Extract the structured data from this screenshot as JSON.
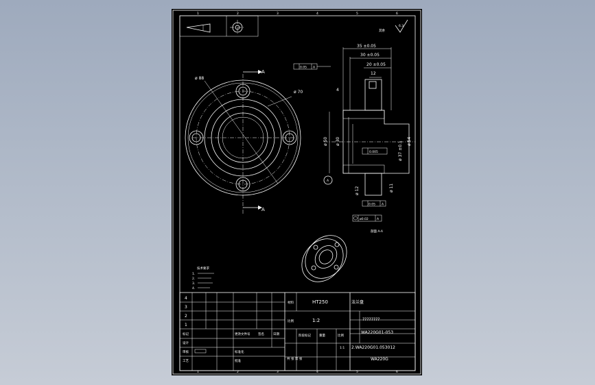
{
  "sheet": {
    "zone_numbers_top": [
      "1",
      "2",
      "3",
      "4",
      "5",
      "6"
    ],
    "zone_numbers_bottom": [
      "1",
      "2",
      "3",
      "4",
      "5",
      "6"
    ]
  },
  "dimensions": {
    "bolt_circle_dia": "ø 88",
    "flange_dia": "ø 70",
    "len_35": "35 ±0.05",
    "len_30": "30 ±0.05",
    "len_20": "20 ±0.05",
    "len_12": "12",
    "bore_50": "ø 50",
    "bore_30": "ø 30",
    "bore_37": "ø 37 ±0.1",
    "outer_54": "ø 54",
    "hole_12": "ø 12",
    "hole_11": "ø 11",
    "chamfer": "4",
    "roughness": "6.3"
  },
  "tolerances": {
    "tol_top": "0.05",
    "tol_mid": "0.005",
    "tol_low": "0.05",
    "tol_bottom": "ø0.02",
    "datum": "A"
  },
  "section_labels": {
    "section_a_top": "A",
    "section_a_bottom": "A",
    "datum_marker": "A"
  },
  "notes": {
    "title": "技术要求",
    "lines": [
      "1.",
      "2.",
      "3.",
      "4."
    ]
  },
  "title_block": {
    "rev_rows": [
      "4",
      "3",
      "2",
      "1"
    ],
    "material": "HT250",
    "part_name": "法兰盘",
    "scale": "1:2",
    "unknown_code": "????????",
    "drawing_no": "WA220G01-053",
    "file_no": "2.WA220G01.053012",
    "project": "WA220G",
    "sheet_total": "1:1"
  },
  "icons": {
    "projection_symbol": "first-angle-projection-icon",
    "roughness_symbol": "surface-roughness-icon"
  }
}
